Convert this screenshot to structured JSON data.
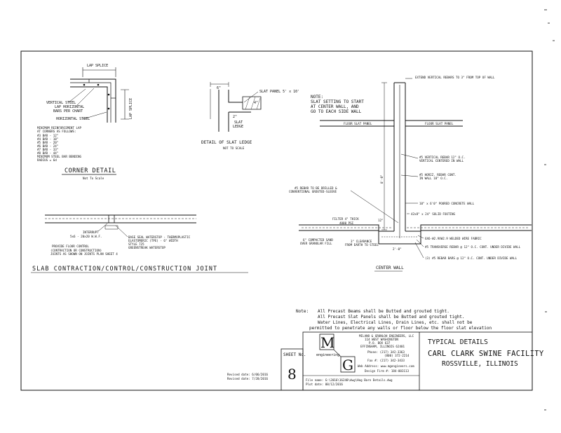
{
  "corner_detail": {
    "lap_splice_top": "LAP SPLICE",
    "lap_splice_side": "LAP SPLICE",
    "vertical_steel": "VERTICAL STEEL",
    "lap_horizontal": "LAP HORIZONTAL",
    "bars_per_chart": "BARS PER CHART",
    "horizontal_steel": "HORIZONTAL STEEL",
    "notes": [
      "MINIMUM REINFORCEMENT LAP",
      "AT CORNERS AS FOLLOWS:",
      "#3 BAR - 12\"",
      "#4 BAR - 18\"",
      "#5 BAR - 20\"",
      "#6 BAR - 24\"",
      "#7 BAR - 33\"",
      "#8 BAR - 44\"",
      "MINIMUM STEEL BAR BENDING",
      "RADIUS = 6d"
    ],
    "title": "CORNER DETAIL",
    "scale": "Not To Scale"
  },
  "slat_ledge": {
    "panel_label": "SLAT PANEL 5' x 10'",
    "dim_top": "6\"",
    "dim_side": "4\"",
    "dim_ledge": "2\"",
    "ledge_label": [
      "SLAT",
      "LEDGE"
    ],
    "title": "DETAIL OF SLAT LEDGE",
    "scale": "NOT TO SCALE"
  },
  "note_slat": [
    "NOTE:",
    "SLAT SETTING TO START",
    "AT CENTER WALL, AND",
    "GO TO EACH SIDE WALL"
  ],
  "center_wall": {
    "extend": "EXTEND VERTICAL REBARS TO 3\" FROM TOP OF WALL",
    "floor_left": "FLOOR SLAT PANEL",
    "floor_right": "FLOOR SLAT PANEL",
    "rebar_vert": [
      "#5 VERTICAL REBAR 12\" O.C.",
      "VERTICAL CENTERED IN WALL"
    ],
    "rebar_horiz": [
      "#5 HORIZ. REBAR CONT.",
      "IN WALL 18\" O.C."
    ],
    "dowel": [
      "#5 REBAR TO BE DRILLED &",
      "CONVENTIONAL GROUTED-SLEEVE"
    ],
    "concrete_wall": "10\" x 6'0\" POURED CONCRETE WALL",
    "footing": "42x8\" x 24\" SOLID FOOTING",
    "filter": [
      "FILTER 4\" THICK",
      "4000 PSI"
    ],
    "dim_12": "12\"",
    "sand": [
      "6\" COMPACTED SAND",
      "OVER GRANULAR FILL"
    ],
    "clearance": [
      "3\" CLEARANCE",
      "FROM EARTH TO STEEL"
    ],
    "mesh": "6X6-W2.9XW2.9 WELDED WIRE FABRIC",
    "transverse": "#5 TRANSVERSE REBAR @ 12\" O.C. CONT. UNDER DIVIDE WALL",
    "long_bars": "(3) #5 REBAR BARS @ 12\" O.C. CONT. UNDER DIVIDE WALL",
    "dim_wall_height": "8'-0\"",
    "dim_bottom": "2'-0\"",
    "title": "CENTER WALL"
  },
  "joint": {
    "interrupt": [
      "INTERRUPT",
      "5x6 - 20x20 W.W.F."
    ],
    "waterstop": [
      "BASE SEAL WATERSTOP - THERMOPLASTIC",
      "ELASTOMERIC (TPE) - 6\" WIDTH",
      "STYLE 725",
      "GREENSTREAK WATERSTOP"
    ],
    "provide": [
      "PROVIDE FLOOR CONTROL",
      "(CONTRACTION OR CONSTRUCTION)",
      "JOINTS AS SHOWN ON JOINTS PLAN SHEET 4"
    ],
    "title": "SLAB CONTRACTION/CONTROL/CONSTRUCTION JOINT"
  },
  "general_note": {
    "label": "Note:",
    "lines": [
      "All Precast Beams shall be Butted and grouted tight.",
      "All Precast Slat Panels shall be Butted and grouted tight.",
      "Water Lines, Electrical Lines, Drain Lines, etc. shall not be",
      "permitted to penetrate any walls or floor below the floor slat elevation"
    ]
  },
  "title_block": {
    "revised_1": "Revised date: 6/06/2016",
    "revised_2": "Revised date: 7/28/2016",
    "sheet_label": "SHEET No.",
    "sheet_number": "8",
    "logo_m": "M",
    "logo_g": "G",
    "logo_side": "engineering",
    "company": [
      "MILANO & GRUNLOH ENGINEERS, LLC",
      "114 WEST WASHINGTON",
      "P.O. BOX 637",
      "EFFINGHAM, ILLINOIS 62401"
    ],
    "phone": "Phone:  (217) 342-3363",
    "phone2": "(800) 372-2214",
    "fax": "Fax #:  (217) 342-3433",
    "web": "Web Address:  www.mgengineers.com",
    "design_firm": "Design Firm #:  184-003113",
    "file": "File name: G:\\2016\\16248\\dwg\\Hog Barn Details.dwg",
    "plot": "Plot date: 08/12/2016",
    "typical": "TYPICAL DETAILS",
    "facility": "CARL CLARK SWINE FACILITY",
    "location": "ROSSVILLE, ILLINOIS"
  }
}
